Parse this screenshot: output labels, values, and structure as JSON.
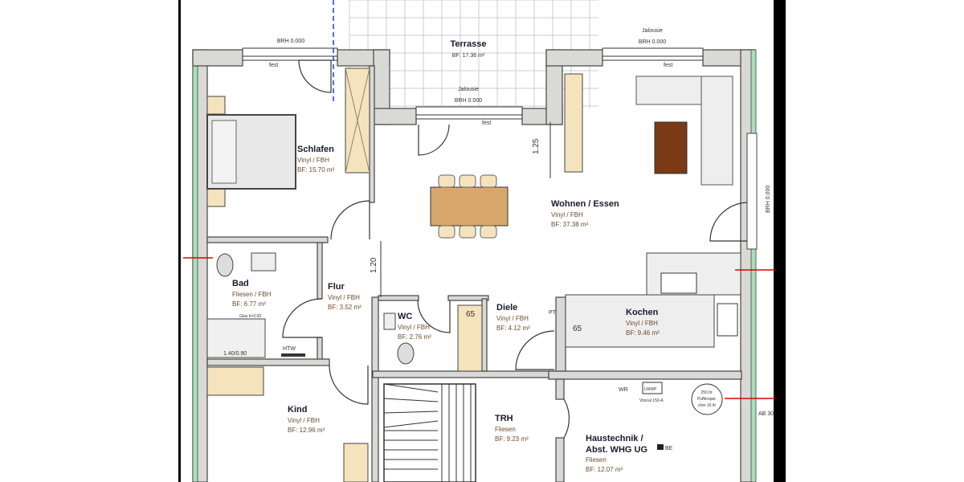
{
  "colors": {
    "wall": "#d9d9d6",
    "insulation": "#a8e0b8",
    "wood": "#f5e3bd",
    "table": "#d7a76b",
    "coffee_table": "#7a3a16",
    "axis_marker": "#1f3fd0",
    "section_arrow": "#e00000",
    "frame": "#000000"
  },
  "terrace": {
    "name": "Terrasse",
    "area": "BF: 17.36 m²"
  },
  "windows": {
    "schlafen_top": "BRH 0.000",
    "terrace_label": "Jalousie",
    "terrace_brh": "BRH 0.000",
    "wohnen_label": "Jalousie",
    "wohnen_brh": "BRH 0.000",
    "wohnen_right": "BRH 0.000",
    "fixed": "fest"
  },
  "rooms": [
    {
      "name": "Schlafen",
      "floor": "Vinyl / FBH",
      "area": "BF: 15.70 m²"
    },
    {
      "name": "Wohnen / Essen",
      "floor": "Vinyl / FBH",
      "area": "BF: 37.38 m²"
    },
    {
      "name": "Bad",
      "floor": "Fliesen / FBH",
      "area": "BF: 6.77 m²"
    },
    {
      "name": "Flur",
      "floor": "Vinyl / FBH",
      "area": "BF: 3.52 m²"
    },
    {
      "name": "WC",
      "floor": "Vinyl / FBH",
      "area": "BF: 2.76 m²"
    },
    {
      "name": "Diele",
      "floor": "Vinyl / FBH",
      "area": "BF: 4.12 m²"
    },
    {
      "name": "Kochen",
      "floor": "Vinyl / FBH",
      "area": "BF: 9.46 m²"
    },
    {
      "name": "Kind",
      "floor": "Vinyl / FBH",
      "area": "BF: 12.96 m²"
    },
    {
      "name": "TRH",
      "floor": "Fliesen",
      "area": "BF: 9.23 m²"
    },
    {
      "name": "Haustechnik /",
      "name2": "Abst. WHG UG",
      "floor": "Fliesen",
      "area": "BF: 12.07 m²",
      "tag": "BE"
    }
  ],
  "dimensions": {
    "d1": "1.25",
    "d2": "1.20",
    "d3": "65",
    "d4": "65"
  },
  "fixtures": {
    "htw": "HTW",
    "shower": "1.40/0.90",
    "glass": "Glas h=2.00",
    "pt": "PT",
    "wr": "WR",
    "lwwp": "LWWP",
    "vitocal": "Vitocal 150-A",
    "tank1": "250 ltr.",
    "tank2": "Pufferspei-",
    "tank3": "cher 16 ltr",
    "ab": "AB 30"
  }
}
